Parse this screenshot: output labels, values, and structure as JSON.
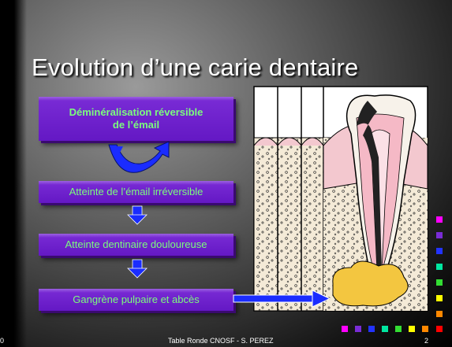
{
  "title": "Evolution d’une carie dentaire",
  "steps": {
    "step1_line1": "Déminéralisation réversible",
    "step1_line2": "de l’émail",
    "step2": "Atteinte de l’émail irréversible",
    "step3": "Atteinte dentinaire douloureuse",
    "step4": "Gangrène pulpaire et abcès"
  },
  "footer": {
    "left_fragment": "0",
    "center": "Table Ronde CNOSF - S. PEREZ",
    "page_number": "2"
  },
  "colors": {
    "box": "#6a1fcc",
    "box_text": "#7CFC7C",
    "arrow": "#1a2cff",
    "decor_squares": [
      "#ff00ff",
      "#7a2cd6",
      "#2233ff",
      "#00e6a0",
      "#33dd33",
      "#ffff00",
      "#ff8800",
      "#ff0000"
    ]
  },
  "icons": {
    "cycle": "circular-arrow-icon",
    "down": "down-arrow-icon",
    "pointer": "right-arrow-icon"
  }
}
